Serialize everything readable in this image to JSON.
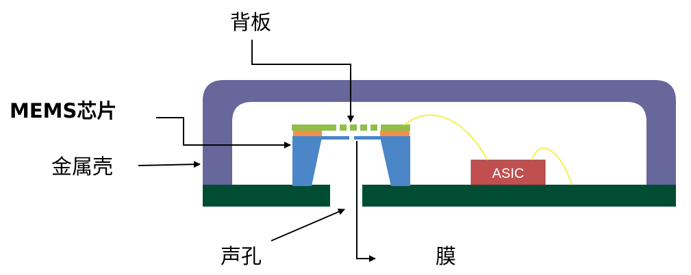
{
  "labels": {
    "backplate": "背板",
    "mems_chip": "MEMS芯片",
    "metal_shell": "金属壳",
    "sound_hole": "声孔",
    "membrane": "膜",
    "asic": "ASIC"
  },
  "colors": {
    "shell": "#67679b",
    "pcb": "#004d33",
    "silicon": "#4a86c8",
    "backplate": "#8fbf48",
    "spacer": "#f0904a",
    "membrane": "#4a86c8",
    "asic": "#c05050",
    "wire": "#f4f050",
    "arrow": "#000000"
  }
}
